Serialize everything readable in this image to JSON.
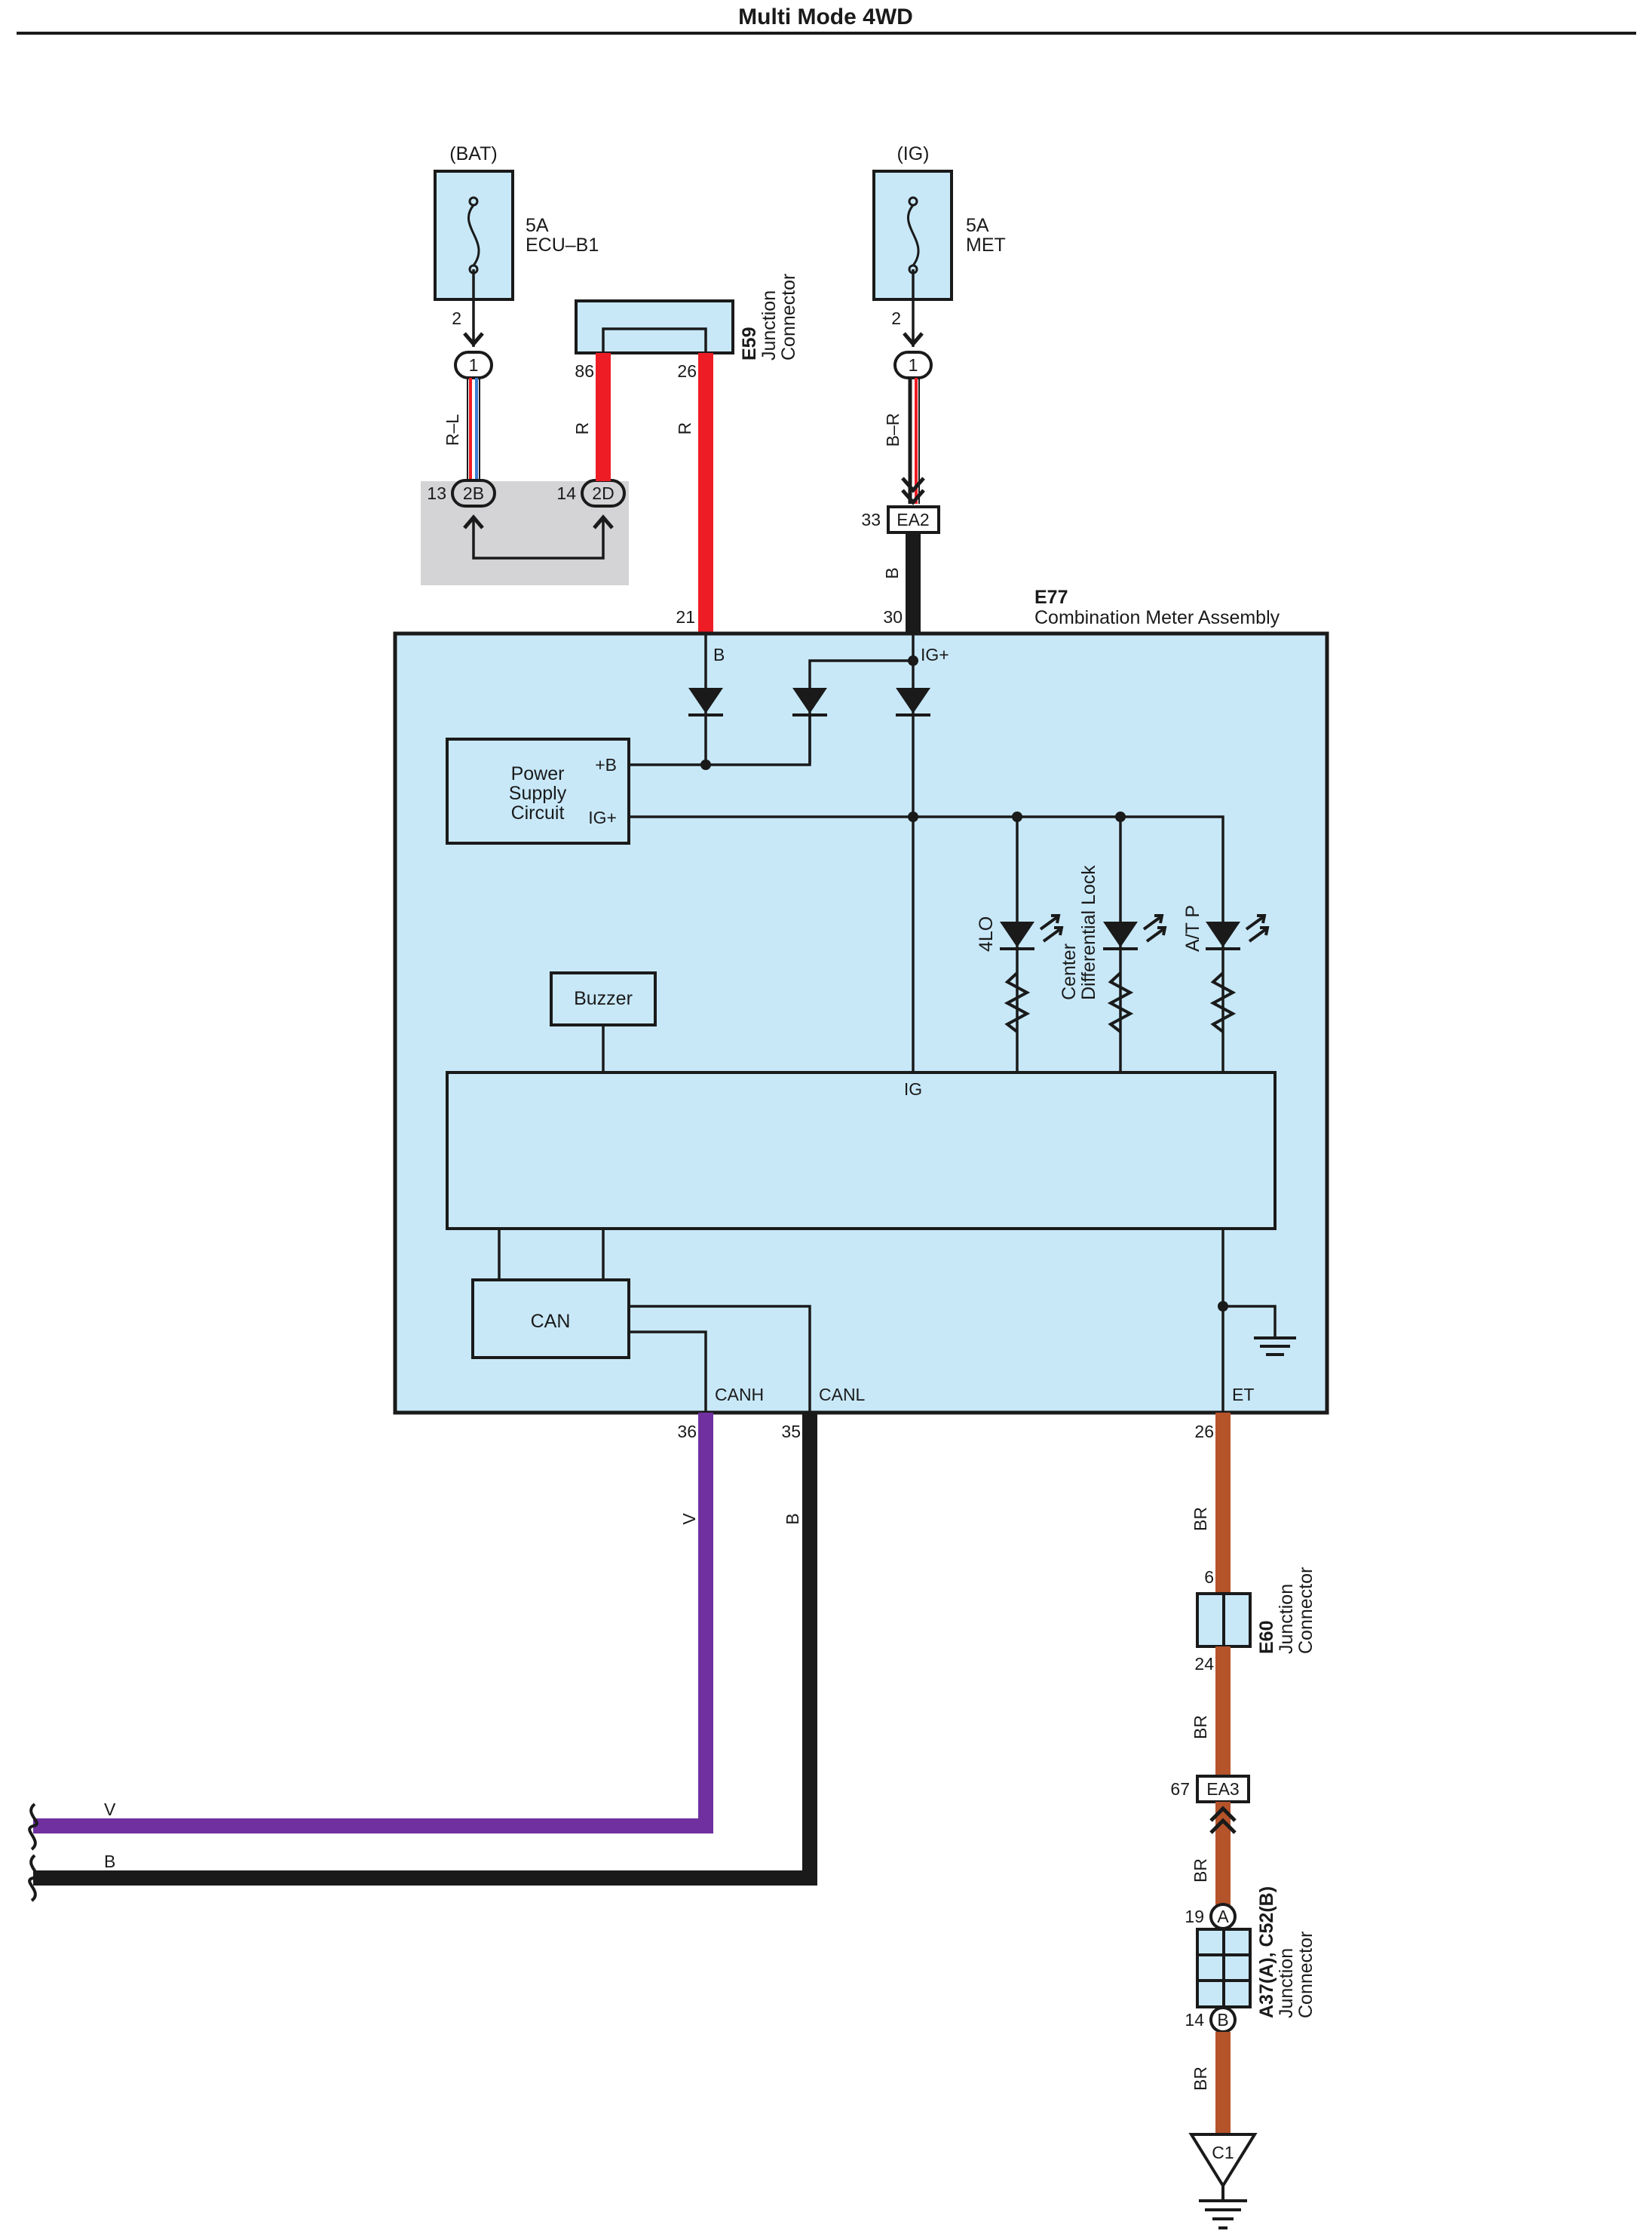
{
  "title": "Multi Mode 4WD",
  "colors": {
    "module_fill": "#c8e8f8",
    "wire_red": "#ee1c25",
    "wire_black": "#1a1a1a",
    "wire_violet": "#7030a0",
    "wire_brown": "#b5532a",
    "wire_blue": "#3a7bd5",
    "shade": "#d4d4d6"
  },
  "fuses": {
    "bat": {
      "source": "(BAT)",
      "rating": "5A",
      "name": "ECU–B1",
      "pin": "2"
    },
    "ig": {
      "source": "(IG)",
      "rating": "5A",
      "name": "MET",
      "pin": "2"
    }
  },
  "connectors": {
    "e59": {
      "code": "E59",
      "line1": "Junction",
      "line2": "Connector",
      "pin_left": "86",
      "pin_right": "26"
    },
    "e77": {
      "code": "E77",
      "name": "Combination Meter Assembly"
    },
    "e60": {
      "code": "E60",
      "line1": "Junction",
      "line2": "Connector",
      "pin_top": "6",
      "pin_bottom": "24"
    },
    "a37": {
      "code": "A37(A), C52(B)",
      "line1": "Junction",
      "line2": "Connector",
      "pin_a": "19",
      "pin_b": "14",
      "tag_a": "A",
      "tag_b": "B"
    },
    "ea2": {
      "code": "EA2",
      "pin": "33"
    },
    "ea3": {
      "code": "EA3",
      "pin": "67"
    },
    "c1": {
      "code": "C1"
    },
    "bat_join": {
      "code": "1"
    },
    "ig_join": {
      "code": "1"
    },
    "j2b": {
      "code": "2B",
      "pin": "13"
    },
    "j2d": {
      "code": "2D",
      "pin": "14"
    }
  },
  "wires": {
    "bat_color": "R–L",
    "e59_left": "R",
    "e59_right": "R",
    "ig_color": "B–R",
    "ea2_color": "B",
    "canh_color": "V",
    "canl_color": "B",
    "et1": "BR",
    "et2": "BR",
    "et3": "BR",
    "et4": "BR",
    "bus_v": "V",
    "bus_b": "B"
  },
  "meter": {
    "pin_b": "21",
    "pin_ig": "30",
    "pin_canh": "36",
    "pin_canl": "35",
    "pin_et": "26",
    "term_b": "B",
    "term_ig": "IG+",
    "term_canh": "CANH",
    "term_canl": "CANL",
    "term_et": "ET",
    "ps_line1": "Power",
    "ps_line2": "Supply",
    "ps_line3": "Circuit",
    "ps_plus_b": "+B",
    "ps_ig": "IG+",
    "buzzer": "Buzzer",
    "can": "CAN",
    "ig_label": "IG",
    "ind_4lo": "4LO",
    "ind_center1": "Center",
    "ind_center2": "Differential Lock",
    "ind_atp": "A/T P"
  }
}
